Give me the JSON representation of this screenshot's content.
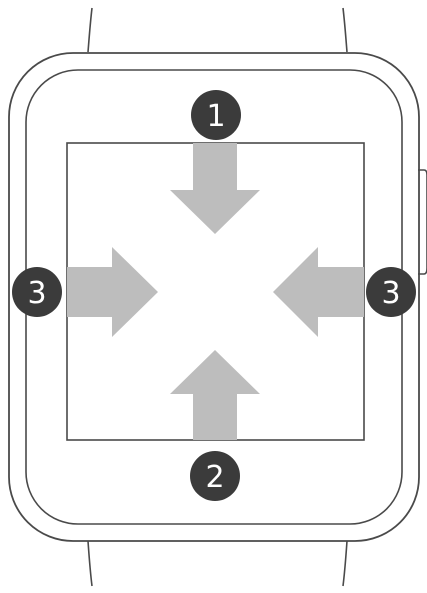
{
  "colors": {
    "outline": "#4a4a4a",
    "arrow_fill": "#bdbdbd",
    "badge_fill": "#3b3b3b",
    "badge_text": "#ffffff",
    "background": "#ffffff"
  },
  "badges": {
    "top": "1",
    "bottom": "2",
    "left": "3",
    "right": "3"
  },
  "arrows": {
    "top": "arrow-down-icon",
    "bottom": "arrow-up-icon",
    "left": "arrow-right-icon",
    "right": "arrow-left-icon"
  }
}
